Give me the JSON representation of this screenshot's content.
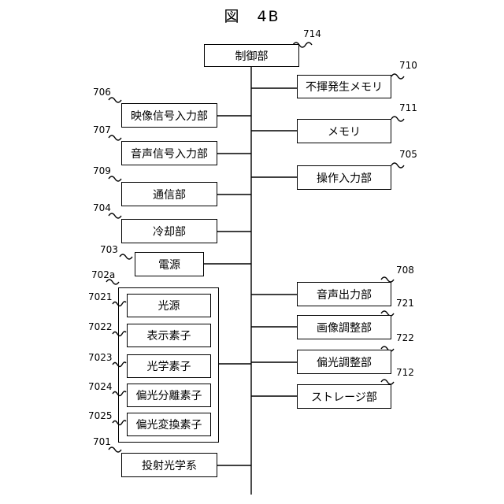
{
  "figure_title": "図　4B",
  "blocks": [
    {
      "ref": "714",
      "label": "制御部"
    },
    {
      "ref": "710",
      "label": "不揮発生メモリ"
    },
    {
      "ref": "711",
      "label": "メモリ"
    },
    {
      "ref": "705",
      "label": "操作入力部"
    },
    {
      "ref": "706",
      "label": "映像信号入力部"
    },
    {
      "ref": "707",
      "label": "音声信号入力部"
    },
    {
      "ref": "709",
      "label": "通信部"
    },
    {
      "ref": "704",
      "label": "冷却部"
    },
    {
      "ref": "703",
      "label": "電源"
    },
    {
      "ref": "708",
      "label": "音声出力部"
    },
    {
      "ref": "721",
      "label": "画像調整部"
    },
    {
      "ref": "722",
      "label": "偏光調整部"
    },
    {
      "ref": "712",
      "label": "ストレージ部"
    },
    {
      "ref": "701",
      "label": "投射光学系"
    }
  ],
  "light_group": {
    "ref": "702a",
    "items": [
      {
        "ref": "7021",
        "label": "光源"
      },
      {
        "ref": "7022",
        "label": "表示素子"
      },
      {
        "ref": "7023",
        "label": "光学素子"
      },
      {
        "ref": "7024",
        "label": "偏光分離素子"
      },
      {
        "ref": "7025",
        "label": "偏光変換素子"
      }
    ]
  }
}
